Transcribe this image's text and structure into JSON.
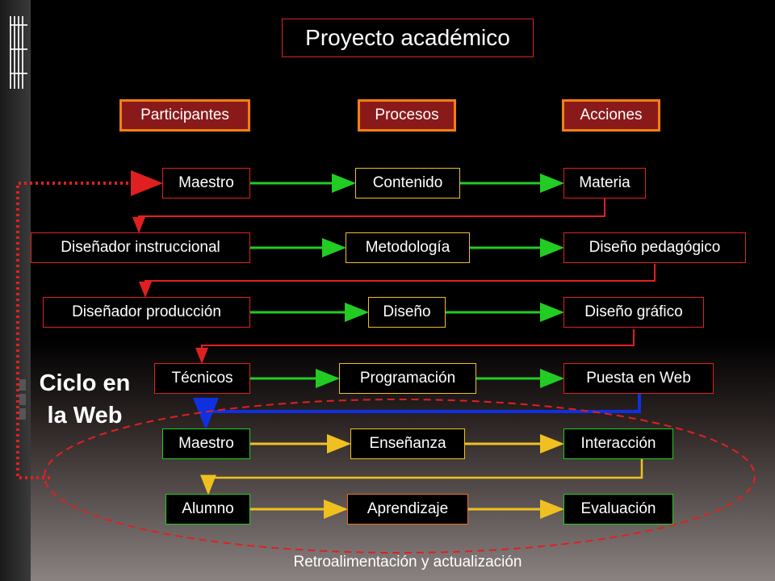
{
  "title": "Proyecto académico",
  "headers": {
    "participantes": "Participantes",
    "procesos": "Procesos",
    "acciones": "Acciones"
  },
  "rows": [
    {
      "participant": "Maestro",
      "process": "Contenido",
      "action": "Materia"
    },
    {
      "participant": "Diseñador instruccional",
      "process": "Metodología",
      "action": "Diseño pedagógico"
    },
    {
      "participant": "Diseñador producción",
      "process": "Diseño",
      "action": "Diseño gráfico"
    },
    {
      "participant": "Técnicos",
      "process": "Programación",
      "action": "Puesta en Web"
    },
    {
      "participant": "Maestro",
      "process": "Enseñanza",
      "action": "Interacción"
    },
    {
      "participant": "Alumno",
      "process": "Aprendizaje",
      "action": "Evaluación"
    }
  ],
  "cycle_label_line1": "Ciclo en",
  "cycle_label_line2": "la Web",
  "footer": "Retroalimentación y actualización",
  "colors": {
    "red": "#e02020",
    "green": "#22cc22",
    "yellow": "#f0c020",
    "blue": "#1030e0",
    "orange": "#f08010"
  }
}
